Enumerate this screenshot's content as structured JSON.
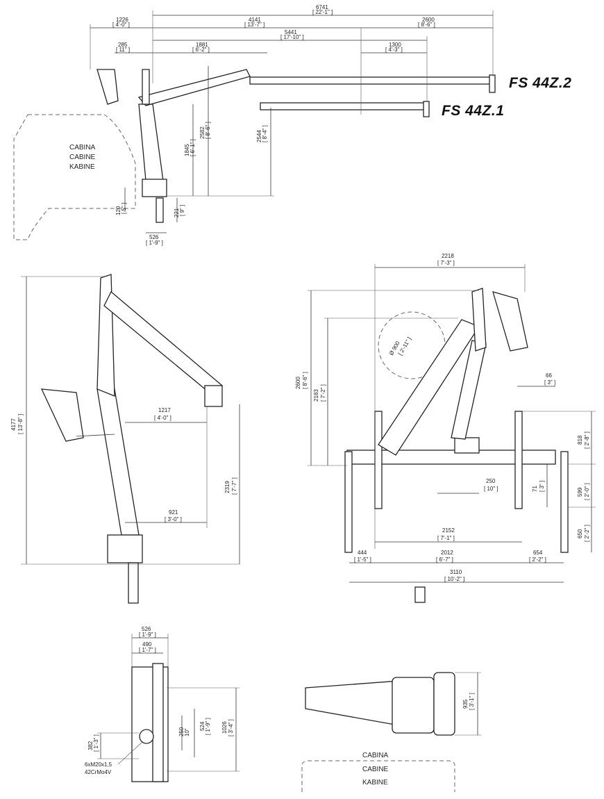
{
  "models": {
    "fs2": "FS 44Z.2",
    "fs1": "FS 44Z.1"
  },
  "cabin": {
    "it": "CABINA",
    "fr": "CABINE",
    "de": "KABINE"
  },
  "bolt": {
    "spec": "6xM20x1,5",
    "material": "42CrMo4V"
  },
  "side_view": {
    "d6741": "6741",
    "d6741_ft": "[ 22'-1\" ]",
    "d1226": "1226",
    "d1226_ft": "[ 4'-0\" ]",
    "d4141": "4141",
    "d4141_ft": "[ 13'-7\" ]",
    "d2600": "2600",
    "d2600_ft": "[ 8'-6\" ]",
    "d5441": "5441",
    "d5441_ft": "[ 17'-10\" ]",
    "d285": "285",
    "d285_ft": "[ 11\" ]",
    "d1881": "1881",
    "d1881_ft": "[ 6'-2\" ]",
    "d1300": "1300",
    "d1300_ft": "[ 4'-3\" ]",
    "d1845": "1845",
    "d1845_ft": "[ 6'-1\" ]",
    "d2582": "2582",
    "d2582_ft": "[ 8'-6\" ]",
    "d2544": "2544",
    "d2544_ft": "[ 8'-4\" ]",
    "d120": "120",
    "d120_ft": "[ 5\" ]",
    "d221": "221",
    "d221_ft": "[ 9\" ]",
    "d526": "526",
    "d526_ft": "[ 1'-9\" ]"
  },
  "left_view": {
    "d4177": "4177",
    "d4177_ft": "[ 13'-8\" ]",
    "d1217": "1217",
    "d1217_ft": "[ 4'-0\" ]",
    "d2319": "2319",
    "d2319_ft": "[ 7'-7\" ]",
    "d921": "921",
    "d921_ft": "[ 3'-0\" ]"
  },
  "front_view": {
    "d2218": "2218",
    "d2218_ft": "[ 7'-3\" ]",
    "d900": "Ø 900",
    "d900_ft": "[ 2'-11\" ]",
    "d2600": "2600",
    "d2600_ft": "[ 8'-6\" ]",
    "d2183": "2183",
    "d2183_ft": "[ 7'-2\" ]",
    "d66": "66",
    "d66_ft": "[ 3\" ]",
    "d818": "818",
    "d818_ft": "[ 2'-8\" ]",
    "d250": "250",
    "d250_ft": "[ 10\" ]",
    "d71": "71",
    "d71_ft": "[ 3\" ]",
    "d599": "599",
    "d599_ft": "[ 2'-0\" ]",
    "d2152": "2152",
    "d2152_ft": "[ 7'-1\" ]",
    "d650": "650",
    "d650_ft": "[ 2'-2\" ]",
    "d444": "444",
    "d444_ft": "[ 1'-5\" ]",
    "d2012": "2012",
    "d2012_ft": "[ 6'-7\" ]",
    "d654": "654",
    "d654_ft": "[ 2'-2\" ]",
    "d3110": "3110",
    "d3110_ft": "[ 10'-2\" ]"
  },
  "base_view": {
    "d526": "526",
    "d526_ft": "[ 1'-9\" ]",
    "d490": "490",
    "d490_ft": "[ 1'-7\" ]",
    "d250": "250",
    "d250_ft": "10\"",
    "d524": "524",
    "d524_ft": "[ 1'-9\" ]",
    "d1026": "1026",
    "d1026_ft": "[ 3'-4\" ]",
    "d382": "382",
    "d382_ft": "[ 1'-3\" ]"
  },
  "top_view": {
    "d935": "935",
    "d935_ft": "[ 3'-1\" ]"
  }
}
